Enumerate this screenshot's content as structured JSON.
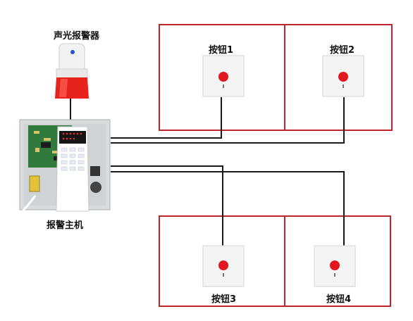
{
  "diagram": {
    "siren_label": "声光报警器",
    "host_label": "报警主机",
    "buttons": [
      {
        "label": "按钮1"
      },
      {
        "label": "按钮2"
      },
      {
        "label": "按钮3"
      },
      {
        "label": "按钮4"
      }
    ]
  },
  "colors": {
    "room_border": "#c0242e",
    "wire": "#1a1a1a",
    "button_red": "#e0171f",
    "siren_red": "#e8231c",
    "panel_gray": "#d9dcde"
  }
}
